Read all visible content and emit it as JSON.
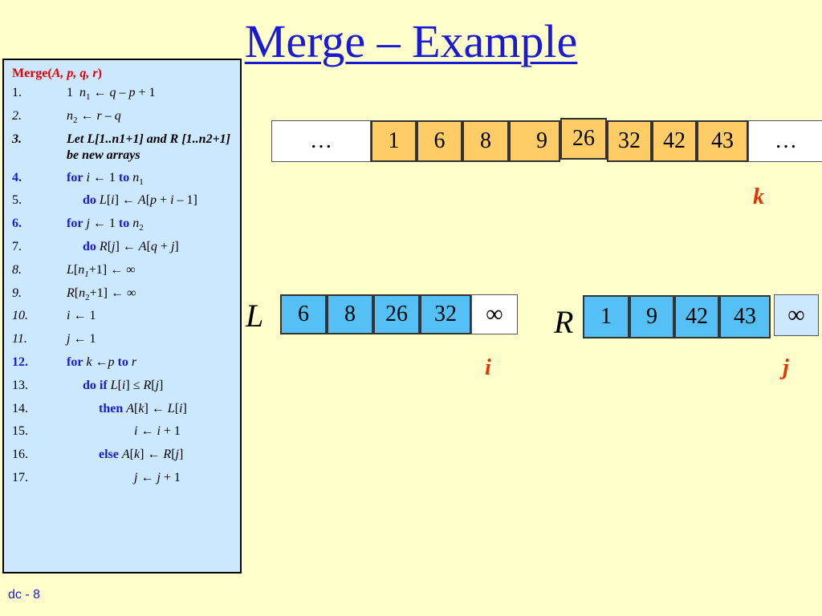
{
  "title": "Merge – Example",
  "algorithm": {
    "header_name": "Merge(",
    "header_args": "A, p, q, r",
    "header_close": ")",
    "lines": [
      {
        "num": "1.",
        "text": "1  n1 ← q – p + 1"
      },
      {
        "num": "2.",
        "text": "n2 ← r – q"
      },
      {
        "num": "3.",
        "text": "Let L[1..n1+1] and R [1..n2+1] be new arrays"
      },
      {
        "num": "4.",
        "text": "for i ← 1 to n1"
      },
      {
        "num": "5.",
        "text": "do L[i] ← A[p + i – 1]"
      },
      {
        "num": "6.",
        "text": "for j ← 1 to n2"
      },
      {
        "num": "7.",
        "text": "do R[j] ← A[q + j]"
      },
      {
        "num": "8.",
        "text": "L[n1+1] ← ∞"
      },
      {
        "num": "9.",
        "text": "R[n2+1] ← ∞"
      },
      {
        "num": "10.",
        "text": "i ← 1"
      },
      {
        "num": "11.",
        "text": "j ← 1"
      },
      {
        "num": "12.",
        "text": "for k ←p to r"
      },
      {
        "num": "13.",
        "text": "do if L[i] ≤ R[j]"
      },
      {
        "num": "14.",
        "text": "then A[k] ← L[i]"
      },
      {
        "num": "15.",
        "text": "i ← i + 1"
      },
      {
        "num": "16.",
        "text": "else A[k] ← R[j]"
      },
      {
        "num": "17.",
        "text": "j ← j + 1"
      }
    ]
  },
  "array_A": {
    "left_ellipsis": "…",
    "cells": [
      "1",
      "6",
      "8",
      "9",
      "26",
      "32",
      "42",
      "43"
    ],
    "right_ellipsis": "…"
  },
  "array_L": {
    "label": "L",
    "cells": [
      "6",
      "8",
      "26",
      "32"
    ],
    "sentinel": "∞"
  },
  "array_R": {
    "label": "R",
    "cells": [
      "1",
      "9",
      "42",
      "43"
    ],
    "sentinel": "∞"
  },
  "pointers": {
    "k": "k",
    "i": "i",
    "j": "j"
  },
  "footer": "dc - 8",
  "colors": {
    "title": "#1a1ad6",
    "orange_cell": "#ffcc66",
    "blue_cell": "#55c0f5",
    "pointer": "#e63300",
    "panel": "#cce8ff"
  }
}
